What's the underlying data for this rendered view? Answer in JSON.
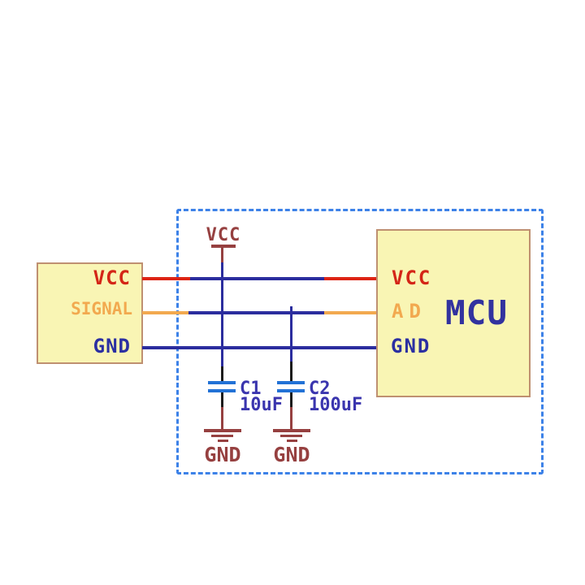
{
  "diagram": {
    "power_label": "VCC",
    "sensor": {
      "pins": [
        {
          "label": "VCC",
          "color": "#d42517"
        },
        {
          "label": "SIGNAL",
          "color": "#f2a94f"
        },
        {
          "label": "GND",
          "color": "#2b2fa2"
        }
      ]
    },
    "mcu": {
      "title": "MCU",
      "pins": [
        {
          "label": "VCC",
          "color": "#d42517"
        },
        {
          "label": "AD",
          "color": "#f2a94f"
        },
        {
          "label": "GND",
          "color": "#2b2fa2"
        }
      ]
    },
    "capacitors": [
      {
        "designator": "C1",
        "value": "10uF",
        "ground_label": "GND"
      },
      {
        "designator": "C2",
        "value": "100uF",
        "ground_label": "GND"
      }
    ],
    "colors": {
      "dashed_border": "#3d82e8",
      "box_fill": "#f9f5b4",
      "box_border": "#bf9071",
      "wire_vcc_red": "#dd2414",
      "wire_signal_orange": "#f2a94f",
      "wire_ground_navy": "#2b2d9e",
      "wire_black": "#1c1c1c",
      "net_symbol_brown": "#964040",
      "capacitor_plate_blue": "#2272d6",
      "capacitor_label_indigo": "#3a35ae",
      "mcu_title_blue": "#32329f"
    }
  }
}
